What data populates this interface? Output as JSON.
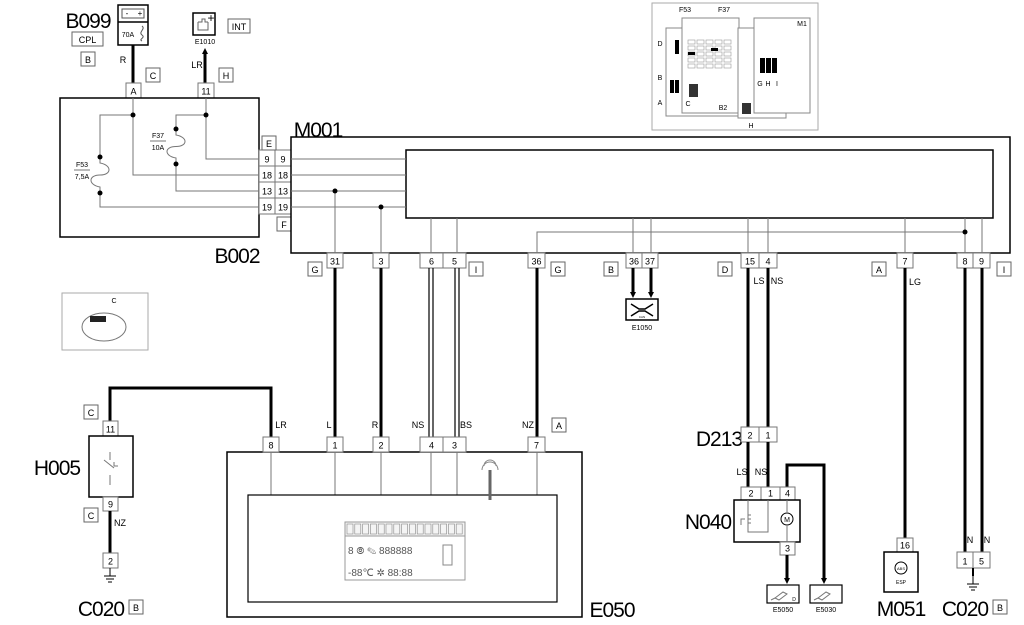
{
  "components": {
    "B099": "B099",
    "B002": "B002",
    "M001": "M001",
    "E050": "E050",
    "H005": "H005",
    "C020_left": "C020",
    "C020_right": "C020",
    "D213": "D213",
    "N040": "N040",
    "M051": "M051",
    "E1010": "E1010",
    "E1050": "E1050",
    "E5050": "E5050",
    "E5030": "E5030"
  },
  "tags": {
    "CPL": "CPL",
    "INT": "INT",
    "CAN": "CAN",
    "ABS": "ABS",
    "ESP": "ESP",
    "D": "D"
  },
  "fuses": {
    "B099_fuse": "70A",
    "F53": "F53",
    "F53_rating": "7,5A",
    "F37": "F37",
    "F37_rating": "10A"
  },
  "connector_letters": {
    "b099_B": "B",
    "b099_C": "C",
    "e1010_H": "H",
    "b002_E": "E",
    "b002_F": "F",
    "m001_G1": "G",
    "m001_I1": "I",
    "m001_G2": "G",
    "m001_B": "B",
    "m001_D": "D",
    "m001_A": "A",
    "m001_I2": "I",
    "e050_A": "A",
    "h005_C1": "C",
    "h005_C2": "C",
    "c020l_B": "B",
    "c020r_B": "B"
  },
  "pins": {
    "b099_A": "A",
    "e1010_11": "11",
    "b002_left": [
      "9",
      "18",
      "13",
      "19"
    ],
    "b002_right": [
      "9",
      "18",
      "13",
      "19"
    ],
    "m001_bottom": [
      "31",
      "3",
      "6",
      "5",
      "36",
      "36",
      "37",
      "15",
      "4",
      "7",
      "8",
      "9"
    ],
    "e050_top": [
      "8",
      "1",
      "2",
      "4",
      "3",
      "7"
    ],
    "h005": [
      "11",
      "9"
    ],
    "c020l": "2",
    "d213": [
      "2",
      "1"
    ],
    "n040_top": [
      "2",
      "1",
      "4"
    ],
    "n040_bottom": "3",
    "m051": "16",
    "c020r": [
      "1",
      "5"
    ]
  },
  "wire_colors": {
    "b099": "R",
    "e1010": "LR",
    "e050_8": "LR",
    "e050_1": "L",
    "e050_2": "R",
    "e050_4": "NS",
    "e050_3": "BS",
    "e050_7": "NZ",
    "h005_9": "NZ",
    "d213_15": "LS",
    "d213_4": "NS",
    "n040_2": "LS",
    "n040_1": "NS",
    "m051": "LG",
    "c020_1": "N",
    "c020_5": "N"
  },
  "inset_fusebox": {
    "F53": "F53",
    "F37": "F37",
    "M1": "M1",
    "B2": "B2",
    "letters": [
      "D",
      "B",
      "A",
      "C",
      "G",
      "H",
      "I",
      "H"
    ]
  },
  "inset_steering": {
    "C": "C"
  },
  "icons": [
    "battery-icon",
    "fuse-icon",
    "battery-plus-icon",
    "can-bus-icon",
    "antenna-icon",
    "lcd-display-icon",
    "switch-icon",
    "motor-icon",
    "ground-icon",
    "abs-esp-icon",
    "sensor-icon"
  ]
}
